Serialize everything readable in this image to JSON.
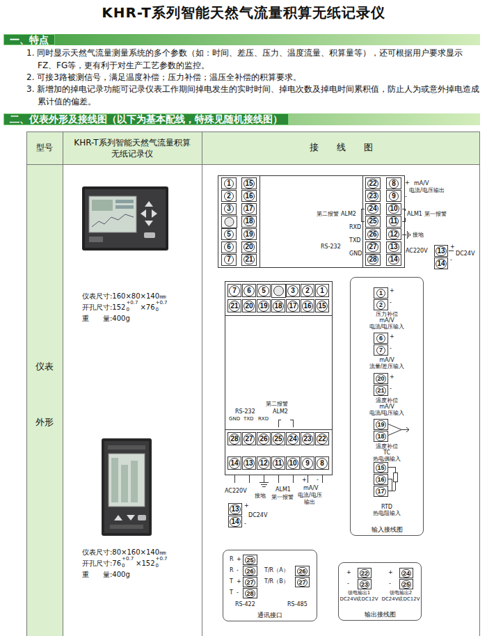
{
  "diagram": {
    "title": "KHR-T系列智能天然气流量积算无纸记录仪",
    "nodes": [
      {
        "text": [
          "一、特点"
        ]
      },
      {
        "text": [
          "二、仪表外形及接线图（以下为基本配线，特殊见随机接线图）"
        ]
      },
      {
        "text": [
          "1"
        ]
      },
      {
        "text": [
          "2"
        ]
      },
      {
        "text": [
          "3"
        ]
      },
      {
        "text": [
          "5"
        ]
      },
      {
        "text": [
          "6"
        ]
      },
      {
        "text": [
          "7"
        ]
      },
      {
        "text": [
          "15"
        ]
      },
      {
        "text": [
          "16"
        ]
      },
      {
        "text": [
          "17"
        ]
      },
      {
        "text": [
          "18"
        ]
      },
      {
        "text": [
          "19"
        ]
      },
      {
        "text": [
          "20"
        ]
      },
      {
        "text": [
          "21"
        ]
      },
      {
        "text": [
          "22"
        ]
      },
      {
        "text": [
          "23"
        ]
      },
      {
        "text": [
          "24"
        ]
      },
      {
        "text": [
          "25"
        ]
      },
      {
        "text": [
          "26"
        ]
      },
      {
        "text": [
          "27"
        ]
      },
      {
        "text": [
          "28"
        ]
      },
      {
        "text": [
          "8"
        ]
      },
      {
        "text": [
          "9"
        ]
      },
      {
        "text": [
          "10"
        ]
      },
      {
        "text": [
          "11"
        ]
      },
      {
        "text": [
          "12"
        ]
      },
      {
        "text": [
          "13"
        ]
      },
      {
        "text": [
          "14"
        ]
      },
      {
        "text": [
          "13"
        ]
      },
      {
        "text": [
          "14"
        ]
      },
      {
        "text": [
          "7"
        ]
      },
      {
        "text": [
          "6"
        ]
      },
      {
        "text": [
          "5"
        ]
      },
      {
        "text": [
          "3"
        ]
      },
      {
        "text": [
          "2"
        ]
      },
      {
        "text": [
          "1"
        ]
      },
      {
        "text": [
          "21"
        ]
      },
      {
        "text": [
          "20"
        ]
      },
      {
        "text": [
          "19"
        ]
      },
      {
        "text": [
          "18"
        ]
      },
      {
        "text": [
          "17"
        ]
      },
      {
        "text": [
          "16"
        ]
      },
      {
        "text": [
          "15"
        ]
      },
      {
        "text": [
          "28"
        ]
      },
      {
        "text": [
          "27"
        ]
      },
      {
        "text": [
          "26"
        ]
      },
      {
        "text": [
          "25"
        ]
      },
      {
        "text": [
          "24"
        ]
      },
      {
        "text": [
          "23"
        ]
      },
      {
        "text": [
          "22"
        ]
      },
      {
        "text": [
          "14"
        ]
      },
      {
        "text": [
          "13"
        ]
      },
      {
        "text": [
          "12"
        ]
      },
      {
        "text": [
          "11"
        ]
      },
      {
        "text": [
          "10"
        ]
      },
      {
        "text": [
          "9"
        ]
      },
      {
        "text": [
          "8"
        ]
      },
      {
        "text": [
          "13"
        ]
      },
      {
        "text": [
          "14"
        ]
      },
      {
        "text": [
          "输入接线图"
        ]
      },
      {
        "text": [
          "1"
        ],
        "in": 60
      },
      {
        "text": [
          "2"
        ],
        "in": 60
      },
      {
        "text": [
          "6"
        ],
        "in": 60
      },
      {
        "text": [
          "7"
        ],
        "in": 60
      },
      {
        "text": [
          "20"
        ],
        "in": 60
      },
      {
        "text": [
          "21"
        ],
        "in": 60
      },
      {
        "text": [
          "19"
        ],
        "in": 60
      },
      {
        "text": [
          "18"
        ],
        "in": 60
      },
      {
        "text": [
          "15"
        ],
        "in": 60
      },
      {
        "text": [
          "16"
        ],
        "in": 60
      },
      {
        "text": [
          "17"
        ],
        "in": 60
      },
      {
        "text": [
          "通讯接口"
        ]
      },
      {
        "text": [
          "25"
        ],
        "in": 72
      },
      {
        "text": [
          "26"
        ],
        "in": 72
      },
      {
        "text": [
          "27"
        ],
        "in": 72
      },
      {
        "text": [
          "28"
        ],
        "in": 72
      },
      {
        "text": [
          "26"
        ],
        "in": 72
      },
      {
        "text": [
          "27"
        ],
        "in": 72
      },
      {
        "text": [
          "输出接线图"
        ]
      },
      {
        "text": [
          "22"
        ],
        "in": 79
      },
      {
        "text": [
          "23"
        ],
        "in": 79
      },
      {
        "text": [
          "24"
        ],
        "in": 79
      },
      {
        "text": [
          "25"
        ],
        "in": 79
      }
    ],
    "labels": [
      "1. 同时显示天然气流量测量系统的多个参数（如：时间、差压、压力、温度流量、积算量等），还可根据用户要求显示FZ、FG等，更有利于对生产工艺参数的监控。",
      "2. 可接3路被测信号，满足温度补偿；压力补偿；温压全补偿的积算要求。",
      "3. 新增加的掉电记录功能可记录仪表工作期间掉电发生的实时时间、掉电次数及掉电时间累积值，防止人为或意外掉电造成累计值的偏差。",
      "型号",
      "KHR-T系列智能天然气流量积算无纸记录仪",
      "接　　线　　图",
      "仪表",
      "外形",
      "仪表尺寸:160×80×140㎜",
      "开孔尺寸:152",
      "+0.7",
      "0",
      "×76",
      "+0.7",
      "0",
      "重　　量:400g",
      "仪表尺寸:80×160×140㎜",
      "开孔尺寸:76",
      "+0.7",
      "0",
      "×152",
      "+0.7",
      "0",
      "重　　量:400g",
      "mA/V",
      "电流/电压输出",
      "+",
      "-",
      "ALM1",
      "第一报警",
      "接地",
      "AC220V",
      "+",
      "-",
      "DC24V",
      "第二报警",
      "ALM2",
      "RXD",
      "TXD",
      "RS-232",
      "GND",
      "第二报警",
      "RS-232",
      "ALM2",
      "GND",
      "TXD",
      "RXD",
      "AC220V",
      "接地",
      "ALM1",
      "第一报警",
      "mA/V",
      "电流/电压",
      "输出",
      "+",
      "-",
      "DC24V",
      "+",
      "-",
      "+",
      "-",
      "压力补偿",
      "mA/V",
      "电流/电压输入",
      "+",
      "-",
      "mA/V",
      "流量/差压输入",
      "+",
      "-",
      "温度补偿",
      "mA/V",
      "电流/电压输入",
      "温度补偿",
      "TC",
      "热电偶输入",
      "RTD",
      "热电阻输入",
      "R",
      "+",
      "R",
      "-",
      "T",
      "+",
      "T",
      "-",
      "T/R（A）",
      "T/R（B）",
      "RS-422",
      "RS-485",
      "+",
      "-",
      "+",
      "-",
      "馈电输出1",
      "DC24V或DC12V",
      "馈电输出2",
      "DC24V或DC12V"
    ]
  }
}
